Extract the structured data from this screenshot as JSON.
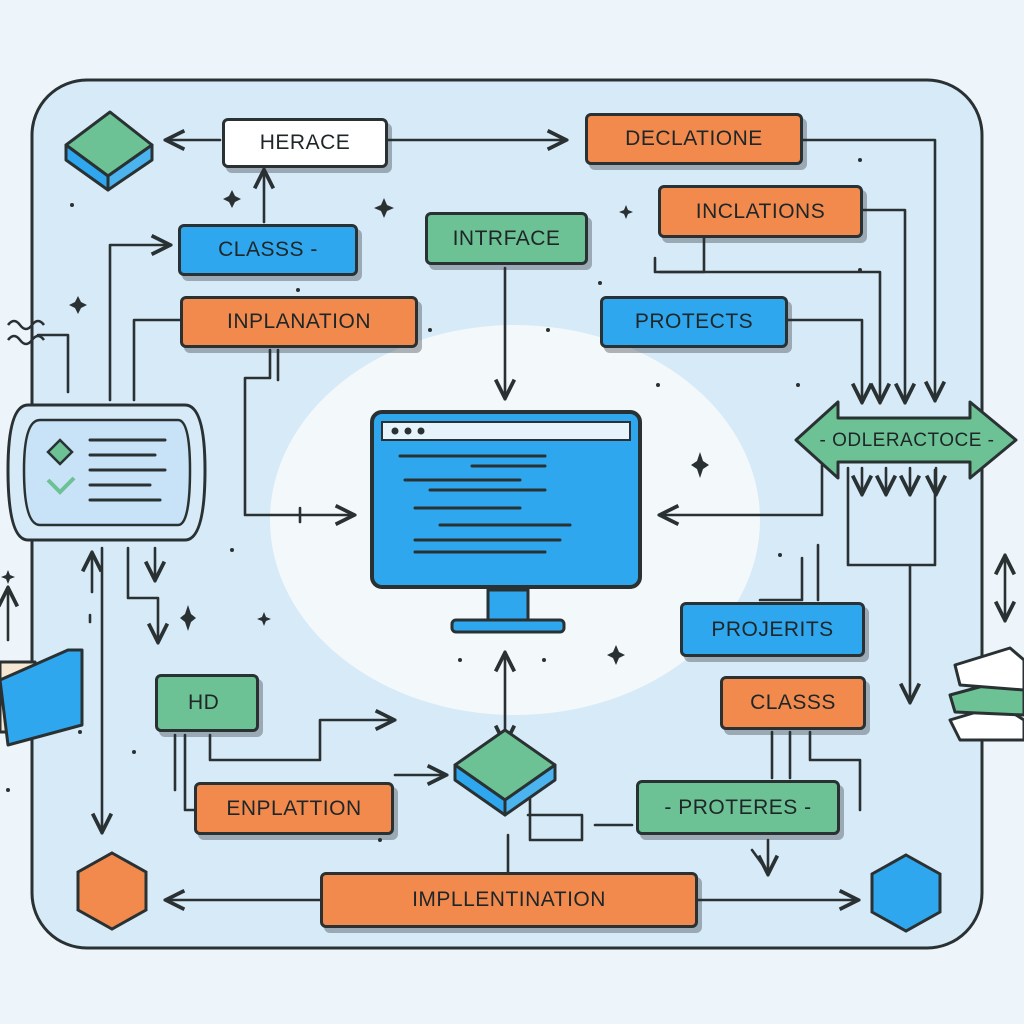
{
  "colors": {
    "background": "#eef5fa",
    "panel": "#d7eaf8",
    "line": "#2a3133",
    "blue": "#2fa7ee",
    "orange": "#f28a4e",
    "green": "#6cc294",
    "white": "#ffffff"
  },
  "icons": [
    "cube-icon",
    "hexagon-icon",
    "monitor-icon",
    "panel-device-icon",
    "folder-icon",
    "book-stack-icon",
    "sparkle-icon"
  ],
  "labels": {
    "herace": "HERACE",
    "declatione": "DECLATIONE",
    "inclations": "INCLATIONS",
    "classs_top": "CLASSS -",
    "intrface": "INTRFACE",
    "inplanation": "INPLANATION",
    "protects": "PROTECTS",
    "odleractoce": "- ODLERACTOCE -",
    "projerits": "PROJERITS",
    "hd": "HD",
    "classs_bottom": "CLASSS",
    "enplattion": "ENPLATTION",
    "proteres": "- PROTERES -",
    "implentination": "IMPLLENTINATION"
  }
}
